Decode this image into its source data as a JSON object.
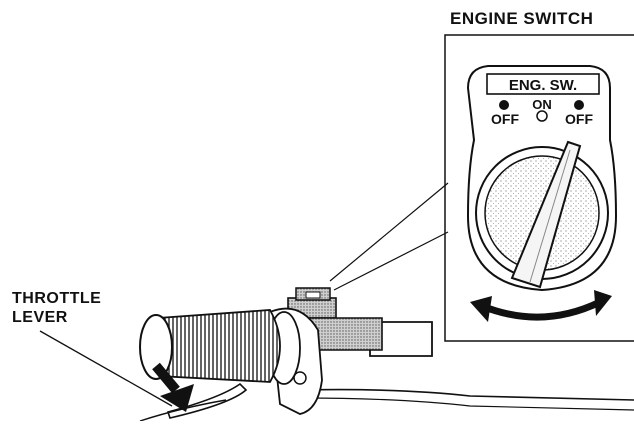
{
  "callouts": {
    "engine_switch_title": "ENGINE SWITCH",
    "throttle_line1": "THROTTLE",
    "throttle_line2": "LEVER"
  },
  "switch_face": {
    "plate_label": "ENG. SW.",
    "left_position": "OFF",
    "center_position": "ON",
    "right_position": "OFF"
  },
  "colors": {
    "ink": "#111111",
    "paper": "#ffffff",
    "shade": "#9a9a9a"
  },
  "icons": {
    "rotation_arrow": "double-headed-curved-arrow",
    "throttle_arrow": "down-pointing-arrow"
  }
}
